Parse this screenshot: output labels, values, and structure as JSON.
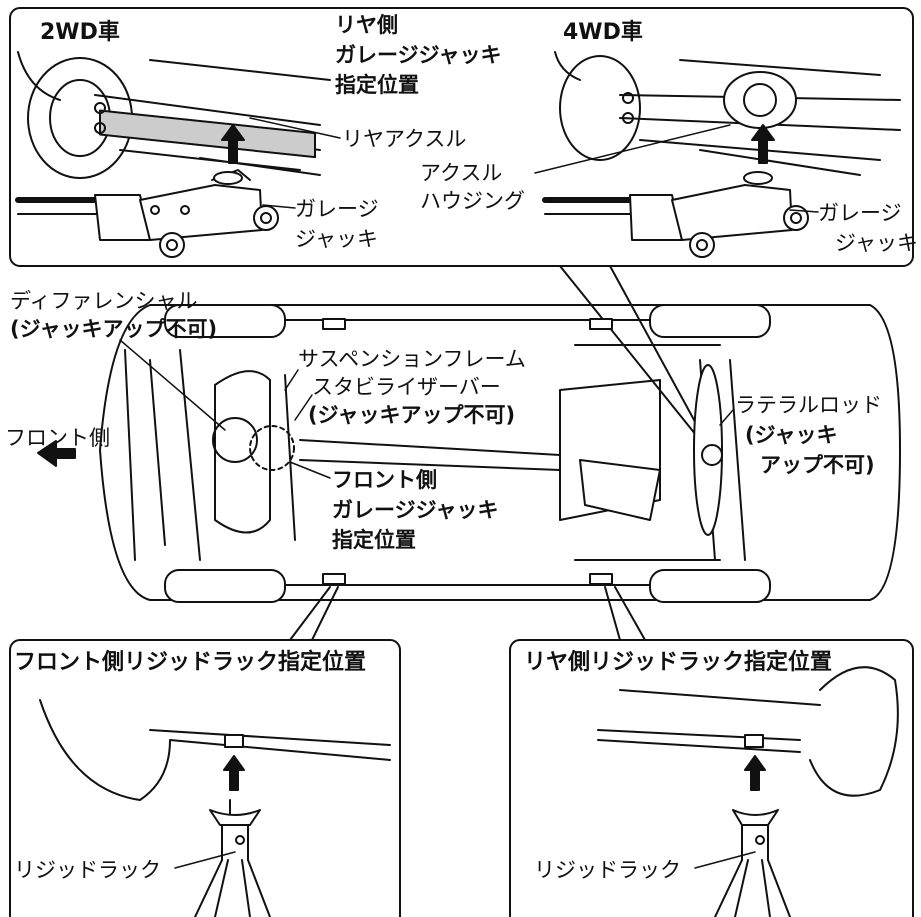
{
  "top_left_panel": {
    "title": "2WD車",
    "jack_point_line1": "リヤ側",
    "jack_point_line2": "ガレージジャッキ",
    "jack_point_line3": "指定位置",
    "axle_label": "リヤアクスル",
    "jack_label_line1": "ガレージ",
    "jack_label_line2": "ジャッキ"
  },
  "top_right_panel": {
    "title": "4WD車",
    "housing_line1": "アクスル",
    "housing_line2": "ハウジング",
    "jack_label_line1": "ガレージ",
    "jack_label_line2": "ジャッキ"
  },
  "middle": {
    "differential_line1": "ディファレンシャル",
    "differential_line2": "(ジャッキアップ不可)",
    "suspension_frame": "サスペンションフレーム",
    "stabilizer_line1": "スタビライザーバー",
    "stabilizer_line2": "(ジャッキアップ不可)",
    "front_side": "フロント側",
    "front_jack_line1": "フロント側",
    "front_jack_line2": "ガレージジャッキ",
    "front_jack_line3": "指定位置",
    "lateral_rod_line1": "ラテラルロッド",
    "lateral_rod_line2": "(ジャッキ",
    "lateral_rod_line3": "アップ不可)"
  },
  "bottom_left_panel": {
    "title": "フロント側リジッドラック指定位置",
    "rack_label": "リジッドラック"
  },
  "bottom_right_panel": {
    "title": "リヤ側リジッドラック指定位置",
    "rack_label": "リジッドラック"
  }
}
